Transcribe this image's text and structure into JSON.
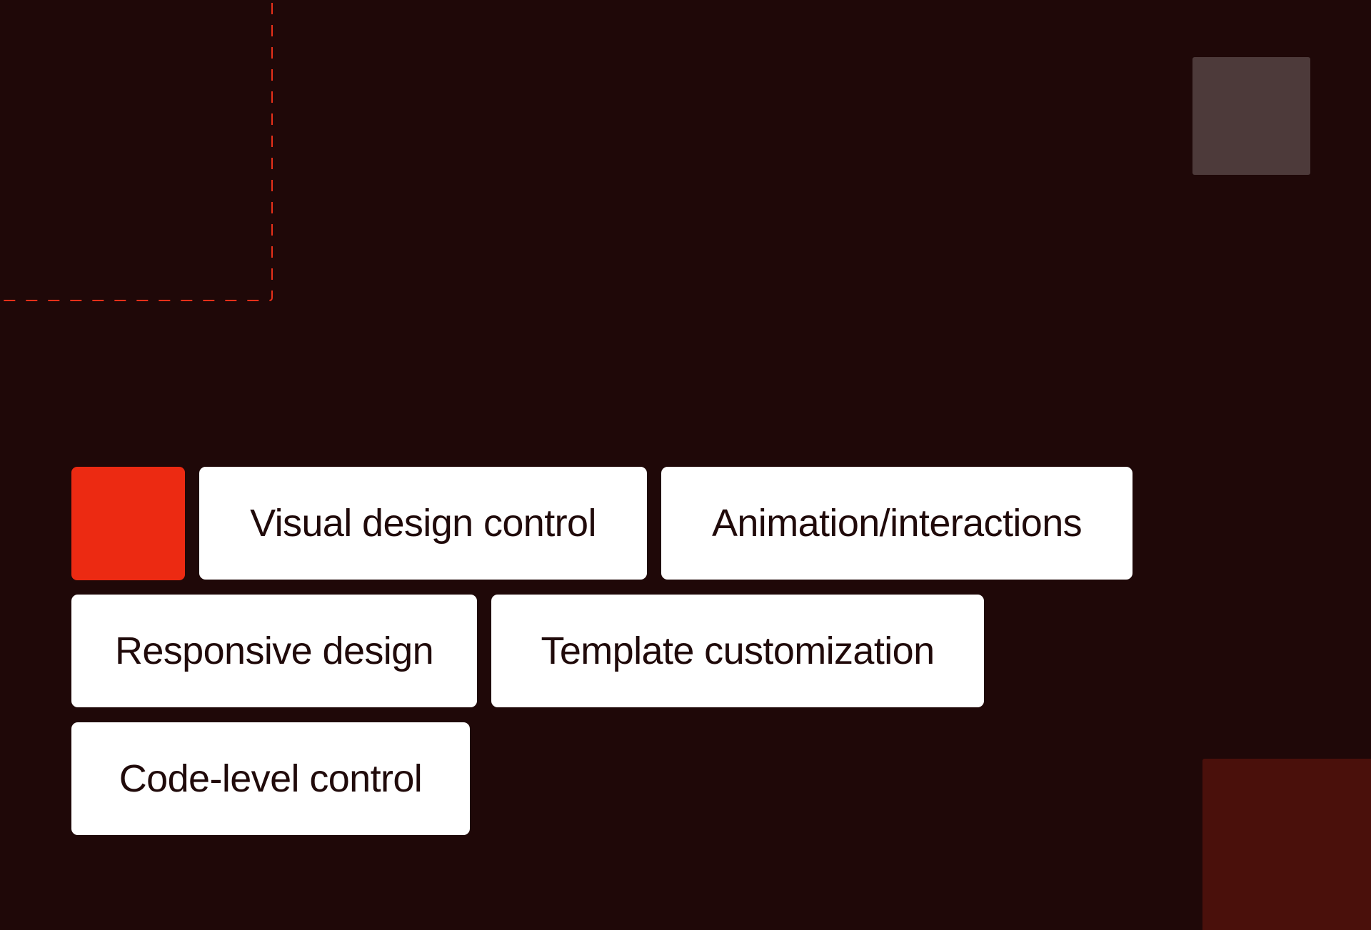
{
  "colors": {
    "background": "#1f0808",
    "accent_red": "#ec2a12",
    "dashed_line": "#e8301a",
    "gray_square": "#4d3a3a",
    "dark_red_block": "#4a100b",
    "chip_background": "#ffffff",
    "chip_text": "#200a0a"
  },
  "chips": [
    {
      "label": "Visual design control"
    },
    {
      "label": "Animation/interactions"
    },
    {
      "label": "Responsive design"
    },
    {
      "label": "Template customization"
    },
    {
      "label": "Code-level control"
    }
  ]
}
